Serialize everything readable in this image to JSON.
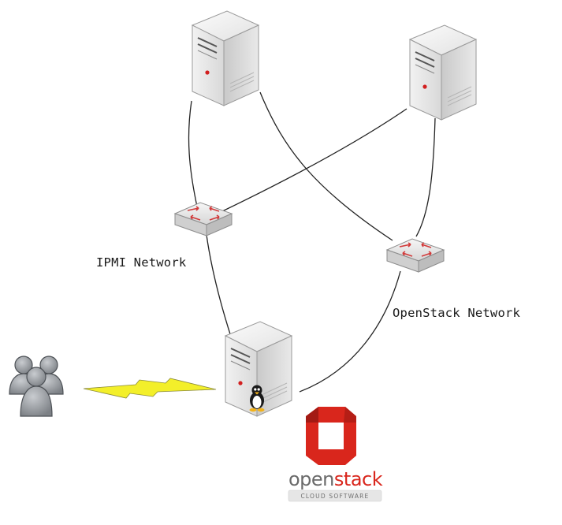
{
  "labels": {
    "ipmi_network": "IPMI Network",
    "openstack_network": "OpenStack Network"
  },
  "logo": {
    "word_open": "open",
    "word_stack": "stack",
    "tagline": "CLOUD SOFTWARE"
  },
  "colors": {
    "server_body": "#e4e4e4",
    "switch_body": "#dcdcdc",
    "switch_arrows": "#d23a3a",
    "lightning": "#f3ef2a",
    "users": "#9a9ea3",
    "logo_red": "#d9261c",
    "cable": "#222222"
  }
}
